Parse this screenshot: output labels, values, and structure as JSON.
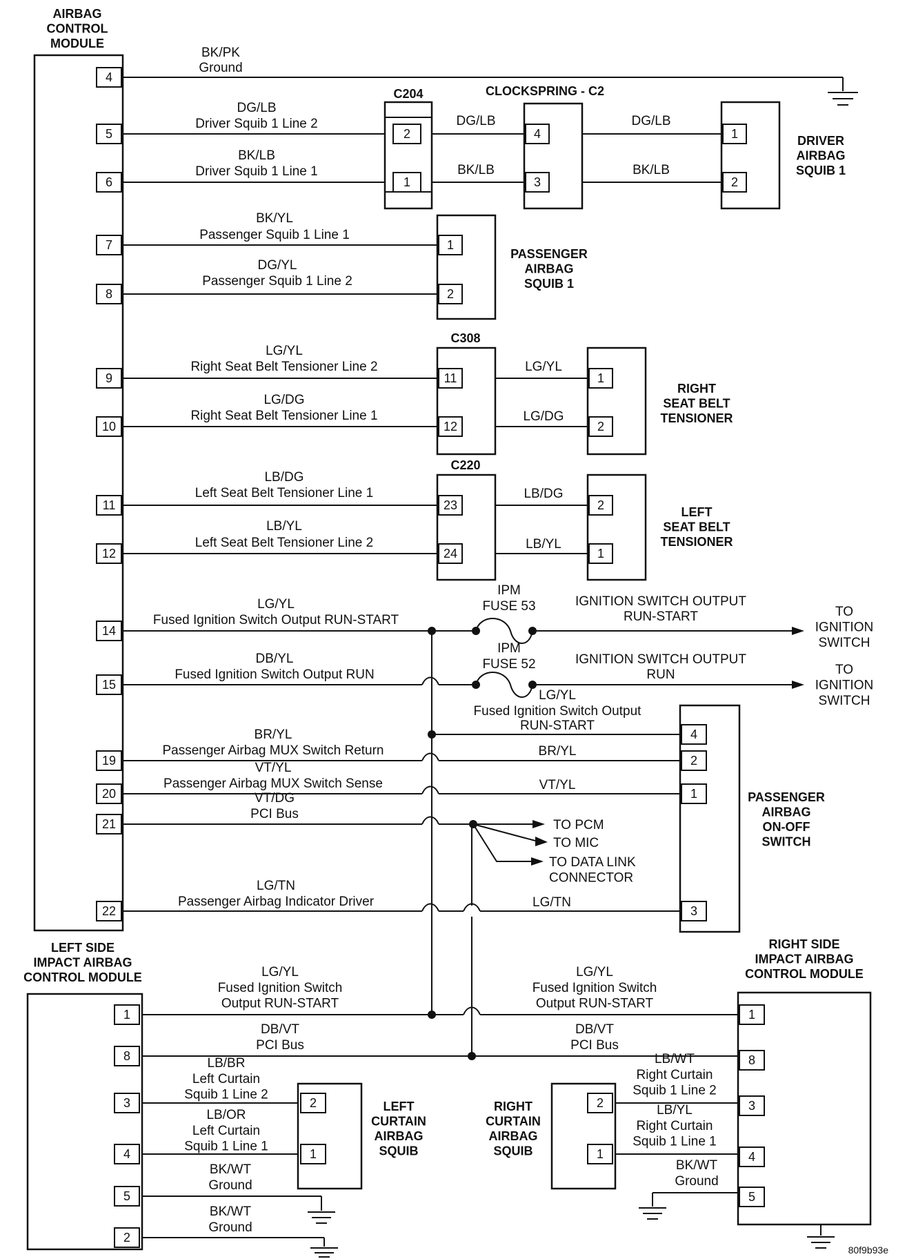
{
  "modules": {
    "acm": "AIRBAG\nCONTROL\nMODULE",
    "driver_squib": "DRIVER\nAIRBAG\nSQUIB 1",
    "passenger_squib": "PASSENGER\nAIRBAG\nSQUIB 1",
    "right_tensioner": "RIGHT\nSEAT BELT\nTENSIONER",
    "left_tensioner": "LEFT\nSEAT BELT\nTENSIONER",
    "pab_switch": "PASSENGER\nAIRBAG\nON-OFF\nSWITCH",
    "left_siacm": "LEFT SIDE\nIMPACT AIRBAG\nCONTROL MODULE",
    "right_siacm": "RIGHT SIDE\nIMPACT AIRBAG\nCONTROL MODULE",
    "left_curtain": "LEFT\nCURTAIN\nAIRBAG\nSQUIB",
    "right_curtain": "RIGHT\nCURTAIN\nAIRBAG\nSQUIB"
  },
  "connectors": {
    "c204": "C204",
    "clockspring": "CLOCKSPRING - C2",
    "c308": "C308",
    "c220": "C220"
  },
  "acm_pins": [
    "4",
    "5",
    "6",
    "7",
    "8",
    "9",
    "10",
    "11",
    "12",
    "14",
    "15",
    "19",
    "20",
    "21",
    "22"
  ],
  "circuits": {
    "p4_color": "BK/PK",
    "p4_desc": "Ground",
    "p5_color": "DG/LB",
    "p5_desc": "Driver Squib 1 Line 2",
    "p6_color": "BK/LB",
    "p6_desc": "Driver Squib 1 Line 1",
    "p7_color": "BK/YL",
    "p7_desc": "Passenger Squib 1 Line 1",
    "p8_color": "DG/YL",
    "p8_desc": "Passenger Squib 1 Line 2",
    "p9_color": "LG/YL",
    "p9_desc": "Right Seat Belt Tensioner Line 2",
    "p10_color": "LG/DG",
    "p10_desc": "Right Seat Belt Tensioner Line 1",
    "p11_color": "LB/DG",
    "p11_desc": "Left Seat Belt Tensioner Line 1",
    "p12_color": "LB/YL",
    "p12_desc": "Left Seat Belt Tensioner Line 2",
    "p14_color": "LG/YL",
    "p14_desc": "Fused Ignition Switch Output RUN-START",
    "p15_color": "DB/YL",
    "p15_desc": "Fused Ignition Switch Output RUN",
    "p19_color": "BR/YL",
    "p19_desc": "Passenger Airbag MUX Switch Return",
    "p20_color": "VT/YL",
    "p20_desc": "Passenger Airbag MUX Switch Sense",
    "p21_color": "VT/DG",
    "p21_desc": "PCI Bus",
    "p22_color": "LG/TN",
    "p22_desc": "Passenger Airbag Indicator Driver"
  },
  "right_wires": {
    "cs_dglb": "DG/LB",
    "cs_bklb": "BK/LB",
    "drv_dglb": "DG/LB",
    "drv_bklb": "BK/LB",
    "rt_lgyl": "LG/YL",
    "rt_lgdg": "LG/DG",
    "lt_lbdg": "LB/DG",
    "lt_lbyl": "LB/YL",
    "sw_bryl": "BR/YL",
    "sw_vtyl": "VT/YL",
    "sw_lgtn": "LG/TN",
    "sw4_color": "LG/YL",
    "sw4_desc": "Fused Ignition Switch Output",
    "sw4_desc2": "RUN-START"
  },
  "fuses": {
    "f53_a": "IPM",
    "f53_b": "FUSE 53",
    "f52_a": "IPM",
    "f52_b": "FUSE 52"
  },
  "outputs": {
    "iso_rs_1": "IGNITION SWITCH OUTPUT",
    "iso_rs_2": "RUN-START",
    "iso_r_1": "IGNITION SWITCH OUTPUT",
    "iso_r_2": "RUN",
    "to_ign": "TO\nIGNITION\nSWITCH",
    "to_pcm": "TO PCM",
    "to_mic": "TO MIC",
    "to_dlc": "TO DATA LINK\nCONNECTOR"
  },
  "lower": {
    "l1_color": "LG/YL",
    "l1_desc": "Fused Ignition Switch\nOutput RUN-START",
    "l8_color": "DB/VT",
    "l8_desc": "PCI Bus",
    "l3_color": "LB/BR",
    "l3_desc": "Left Curtain\nSquib 1 Line 2",
    "l4_color": "LB/OR",
    "l4_desc": "Left Curtain\nSquib 1 Line 1",
    "l5_color": "BK/WT",
    "l5_desc": "Ground",
    "l2_color": "BK/WT",
    "l2_desc": "Ground",
    "r1_color": "LG/YL",
    "r1_desc": "Fused Ignition Switch\nOutput RUN-START",
    "r8_color": "DB/VT",
    "r8_desc": "PCI Bus",
    "r3_color": "LB/WT",
    "r3_desc": "Right Curtain\nSquib 1 Line 2",
    "r4_color": "LB/YL",
    "r4_desc": "Right Curtain\nSquib 1 Line 1",
    "r5_color": "BK/WT",
    "r5_desc": "Ground"
  },
  "figure_code": "80f9b93e"
}
